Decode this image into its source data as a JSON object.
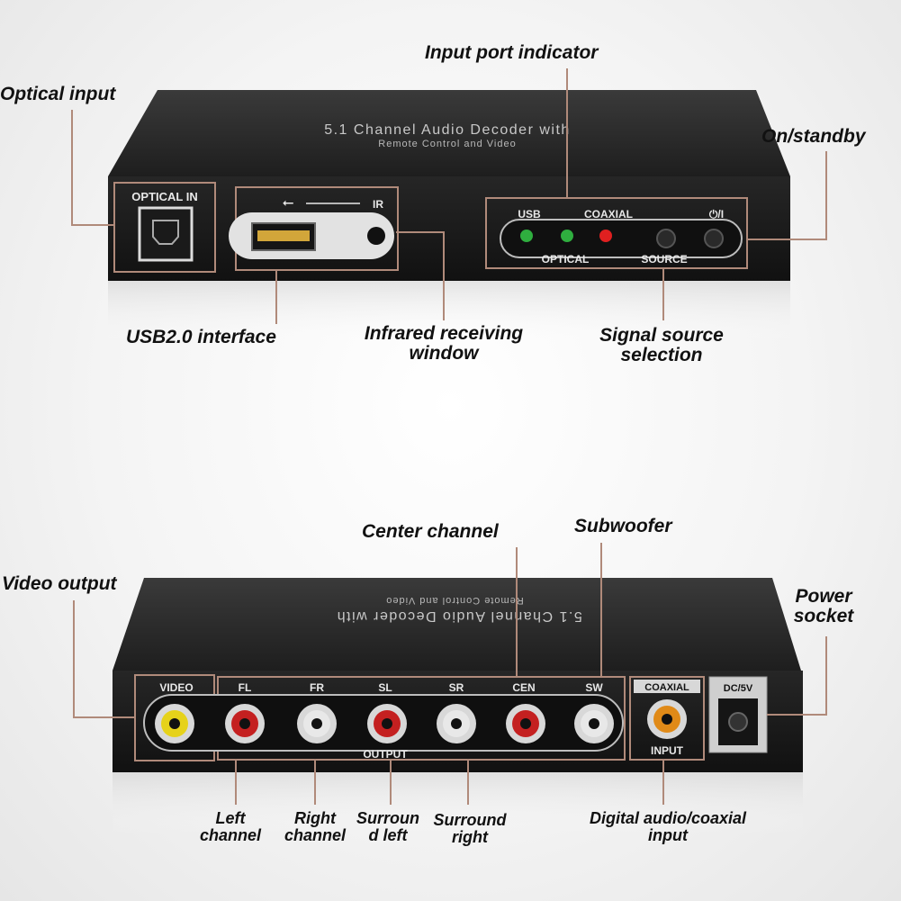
{
  "front": {
    "top_title": "5.1 Channel Audio Decoder with",
    "top_subtitle": "Remote Control and Video",
    "optical_in": "OPTICAL IN",
    "ir": "IR",
    "usb": "USB",
    "coaxial": "COAXIAL",
    "power_symbol": "⏻/I",
    "optical": "OPTICAL",
    "source": "SOURCE",
    "led_colors": [
      "#2fae3f",
      "#2fae3f",
      "#e02020"
    ]
  },
  "back": {
    "video": "VIDEO",
    "fl": "FL",
    "fr": "FR",
    "sl": "SL",
    "sr": "SR",
    "cen": "CEN",
    "sw": "SW",
    "output": "OUTPUT",
    "coaxial": "COAXIAL",
    "input": "INPUT",
    "dc": "DC/5V",
    "jack_colors": [
      "#e6d21a",
      "#c42020",
      "#e8e8e8",
      "#c42020",
      "#e8e8e8",
      "#c42020",
      "#e8e8e8",
      "#e08a18"
    ]
  },
  "labels": {
    "optical_input": "Optical input",
    "input_port_indicator": "Input port indicator",
    "on_standby": "On/standby",
    "usb_interface": "USB2.0 interface",
    "ir_window_1": "Infrared receiving",
    "ir_window_2": "window",
    "signal_source_1": "Signal source",
    "signal_source_2": "selection",
    "center_channel": "Center channel",
    "subwoofer": "Subwoofer",
    "video_output": "Video output",
    "power_socket_1": "Power",
    "power_socket_2": "socket",
    "left_channel_1": "Left",
    "left_channel_2": "channel",
    "right_channel_1": "Right",
    "right_channel_2": "channel",
    "surround_left_1": "Surroun",
    "surround_left_2": "d left",
    "surround_right_1": "Surround",
    "surround_right_2": "right",
    "digital_coax_1": "Digital audio/coaxial",
    "digital_coax_2": "input"
  }
}
